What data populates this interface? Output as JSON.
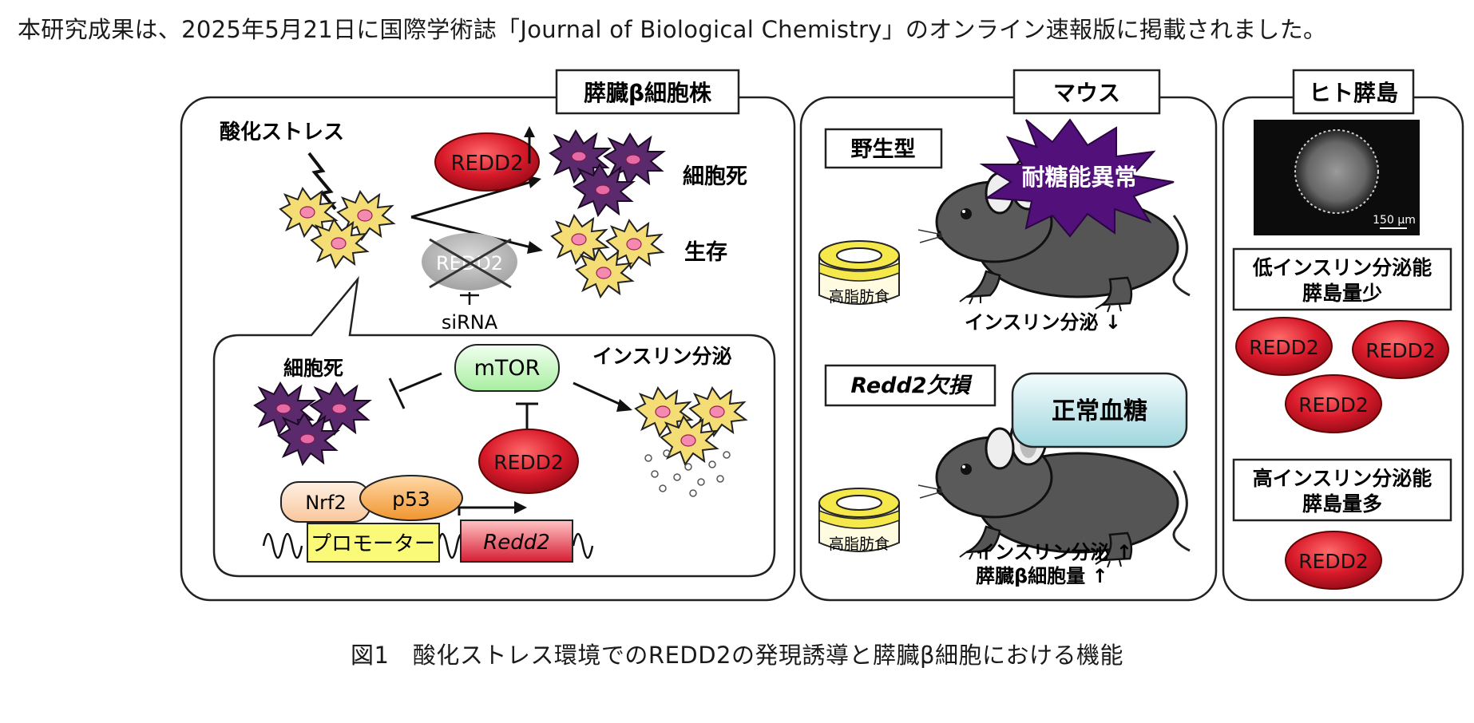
{
  "lead_text": "本研究成果は、2025年5月21日に国際学術誌「Journal of Biological Chemistry」のオンライン速報版に掲載されました。",
  "caption": "図1　酸化ストレス環境でのREDD2の発現誘導と膵臓β細胞における機能",
  "panel_cell": {
    "title": "膵臓β細胞株",
    "oxidative_stress": "酸化ストレス",
    "redd2_up": "REDD2",
    "cell_death": "細胞死",
    "redd2_knockdown": "REDD2",
    "sirna": "siRNA",
    "survival": "生存",
    "inset": {
      "cell_death": "細胞死",
      "mtor": "mTOR",
      "insulin_secretion": "インスリン分泌",
      "redd2": "REDD2",
      "nrf2": "Nrf2",
      "p53": "p53",
      "promoter": "プロモーター",
      "gene": "Redd2"
    }
  },
  "panel_mouse": {
    "title": "マウス",
    "wildtype": "野生型",
    "glucose_intolerance": "耐糖能異常",
    "hfd1": "高脂肪食",
    "insulin_down": "インスリン分泌 ↓",
    "knockout": "Redd2欠損",
    "normal_glucose": "正常血糖",
    "hfd2": "高脂肪食",
    "insulin_up": "インスリン分泌 ↑",
    "beta_mass_up": "膵臓β細胞量 ↑"
  },
  "panel_human": {
    "title": "ヒト膵島",
    "scale_bar": "150 μm",
    "low_line1": "低インスリン分泌能",
    "low_line2": "膵島量少",
    "redd2_a": "REDD2",
    "redd2_b": "REDD2",
    "redd2_c": "REDD2",
    "high_line1": "高インスリン分泌能",
    "high_line2": "膵島量多",
    "redd2_d": "REDD2"
  },
  "colors": {
    "purple": "#5b2a6e",
    "yellow_cell": "#f2dc74",
    "red": "#d42030",
    "teal": "#bfe5ea",
    "mtor_green": "#c9f5c3"
  }
}
